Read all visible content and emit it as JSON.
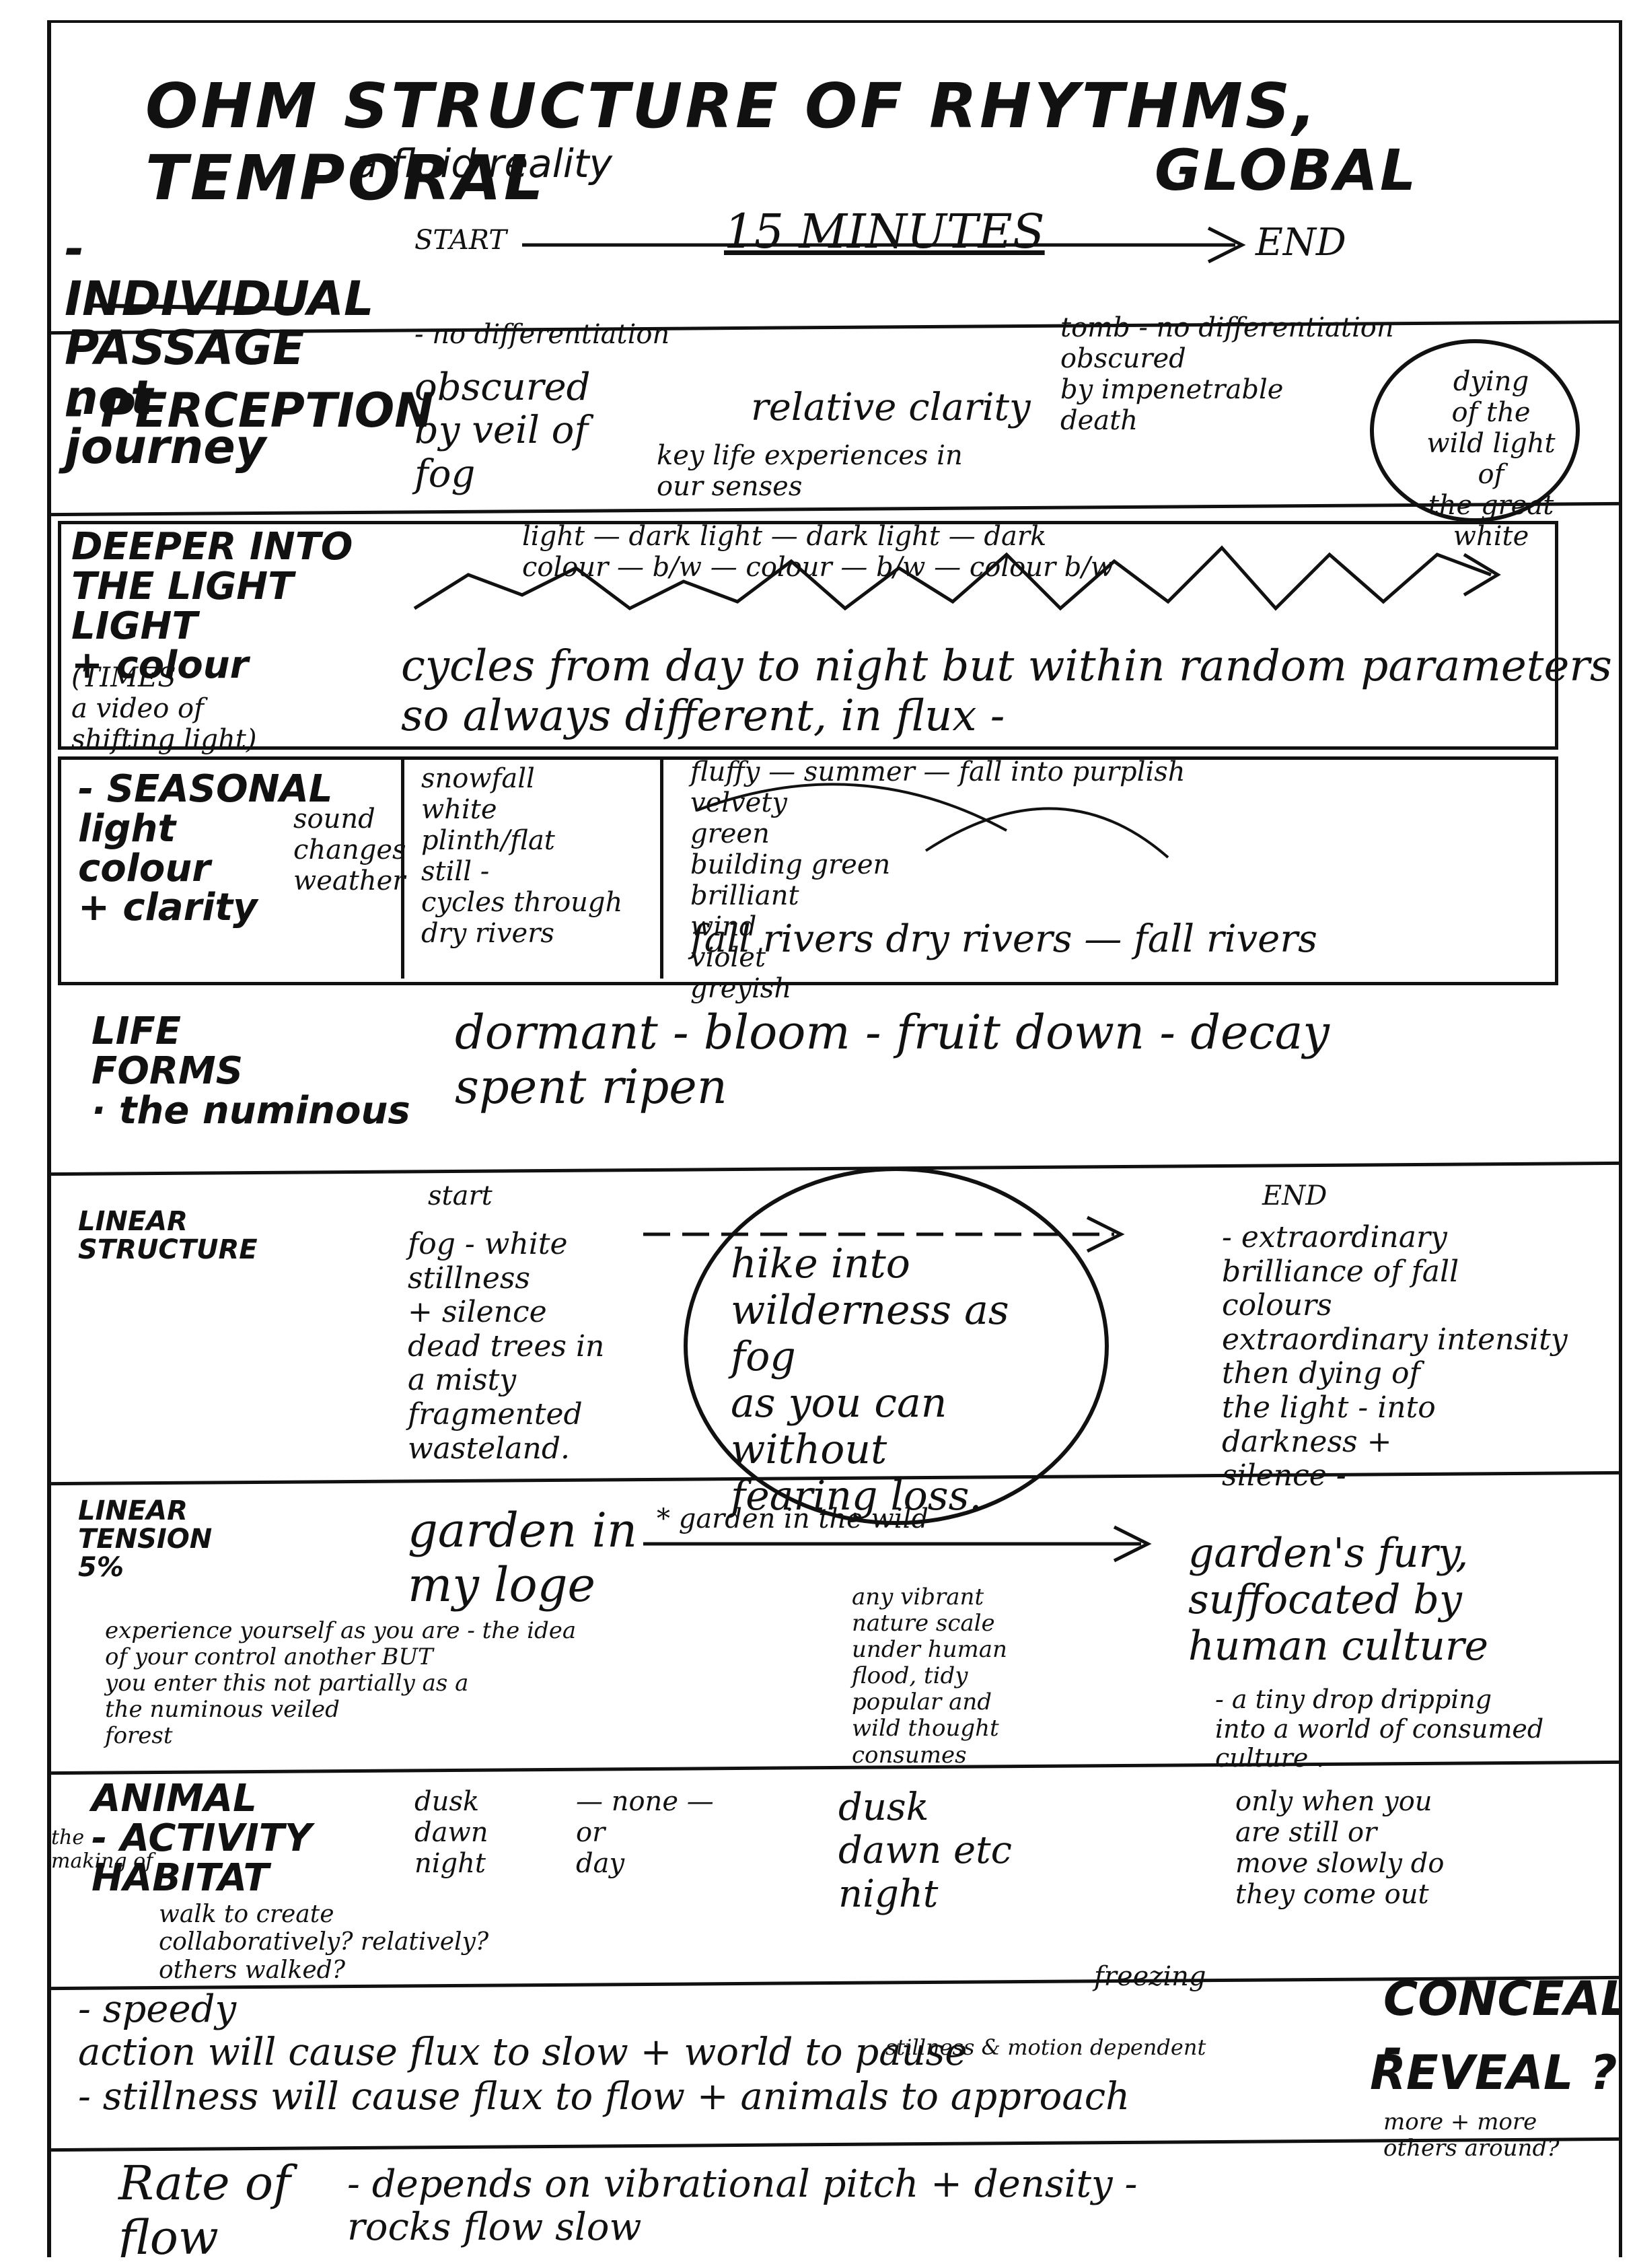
{
  "header": {
    "title": "OHM STRUCTURE OF RHYTHMS, TEMPORAL",
    "subtitle": "a fluid reality",
    "title_right": "GLOBAL"
  },
  "rows": {
    "passage": {
      "label": "- INDIVIDUAL\nPASSAGE not journey",
      "start": "START",
      "duration": "15 MINUTES",
      "end": "END"
    },
    "perception": {
      "label": "- PERCEPTION",
      "top_note": "- no differentiation",
      "a": "obscured\nby veil of\nfog",
      "b": "relative clarity",
      "c": "key life experiences in\nour senses",
      "d": "tomb - no differentiation\nobscured\nby impenetrable\ndeath",
      "circle": "dying\nof the\nwild light of\nthe great\nwhite"
    },
    "light": {
      "label": "DEEPER INTO THE LIGHT\nLIGHT\n+ colour",
      "sublabel": "(TIMES\na video of\nshifting light)",
      "sequence": "light — dark  light — dark  light — dark\ncolour — b/w — colour — b/w — colour  b/w",
      "note": "cycles from day to night but within random parameters\nso always different, in flux -"
    },
    "seasonal": {
      "label": "- SEASONAL\nlight\ncolour\n+ clarity",
      "side": "sound\nchanges\nweather",
      "col1": "snowfall\nwhite\nplinth/flat\nstill -\ncycles through\ndry rivers",
      "col2": "fluffy — summer — fall into purplish\nvelvety\ngreen\nbuilding green\nbrilliant\nwind\nviolet\ngreyish",
      "bottom": "fall rivers   dry rivers — fall rivers"
    },
    "life": {
      "label": "LIFE\nFORMS\n· the numinous",
      "text": "dormant - bloom - fruit down - decay\nspent            ripen"
    },
    "linear": {
      "label": "LINEAR\nSTRUCTURE",
      "start": "start",
      "left": "fog - white\nstillness\n+ silence\ndead trees in\na misty\nfragmented\nwasteland.",
      "circle": "hike into\nwilderness as fog\nas you can without\nfearing loss.",
      "end": "END",
      "right": "- extraordinary\nbrilliance of fall\ncolours\nextraordinary intensity\nthen dying of\nthe light - into\ndarkness +\nsilence -"
    },
    "linear_tension": {
      "label": "LINEAR\nTENSION\n5%",
      "a": "garden in\nmy loge",
      "arrow_label": "* garden in the wild",
      "b": "garden's fury,\nsuffocated by\nhuman culture",
      "c": "any vibrant\nnature scale\nunder human\nflood, tidy\npopular and\nwild thought\nconsumes",
      "d": "experience yourself as you are - the idea\nof your control another BUT\nyou enter this not partially as a\nthe numinous veiled\nforest",
      "e": "- a tiny drop dripping\ninto a world of consumed\nculture ."
    },
    "animal": {
      "label": "ANIMAL\n- ACTIVITY\nHABITAT",
      "prefix": "the\nmaking of",
      "a": "dusk\ndawn\nnight",
      "b": "— none —\nor\nday",
      "c": "dusk\ndawn  etc\nnight",
      "d": "only when you\nare still or\nmove slowly do\nthey come out",
      "e": "walk to create\ncollaboratively?     relatively?\nothers walked?"
    },
    "speed": {
      "l1": "- speedy\naction  will cause flux to slow + world to pause",
      "l1b": "freezing",
      "l1c": "stillness & motion dependent",
      "l2": "- stillness  will cause flux to flow + animals to approach",
      "r1": "CONCEAL -",
      "r2": "REVEAL ?",
      "r3": "more + more\nothers around?"
    },
    "rate": {
      "label": "Rate of\nflow",
      "text": "- depends on vibrational pitch + density -\nrocks flow slow"
    }
  }
}
